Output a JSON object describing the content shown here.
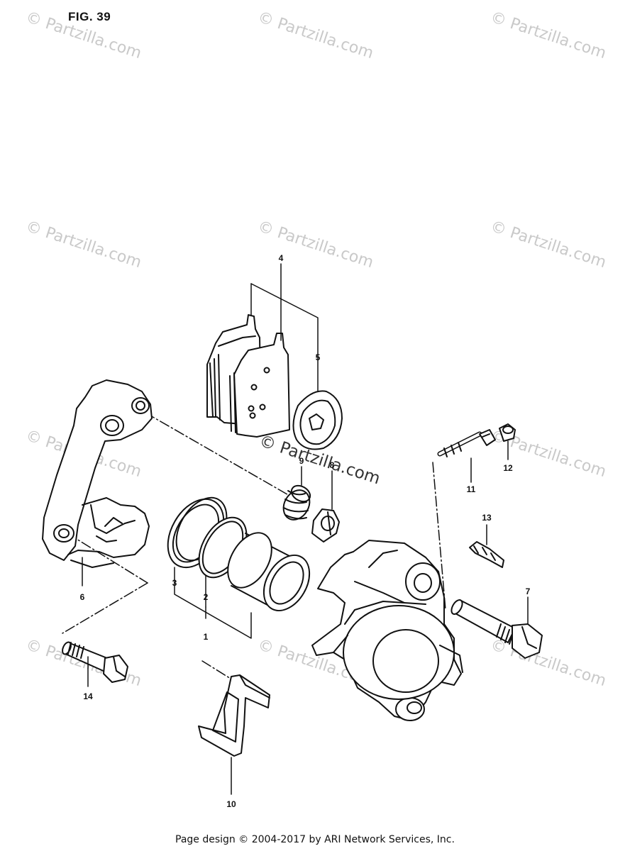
{
  "figure": {
    "title": "FIG. 39"
  },
  "watermark": {
    "text": "© Partzilla.com"
  },
  "callouts": {
    "c1": "1",
    "c2": "2",
    "c3": "3",
    "c4": "4",
    "c5": "5",
    "c6": "6",
    "c7": "7",
    "c8": "8",
    "c9": "9",
    "c10": "10",
    "c11": "11",
    "c12": "12",
    "c13": "13",
    "c14": "14"
  },
  "footer": {
    "text": "Page design © 2004-2017 by ARI Network Services, Inc."
  },
  "colors": {
    "line": "#111111",
    "watermark": "#c9c9c9"
  }
}
